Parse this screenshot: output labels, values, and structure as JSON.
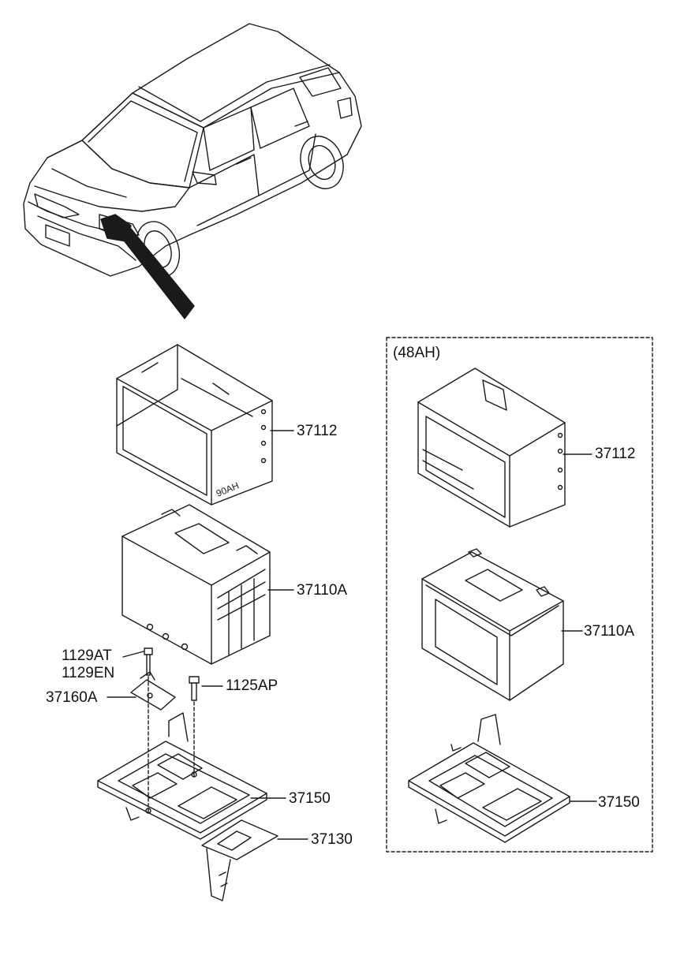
{
  "callouts": {
    "case_main": "37112",
    "battery_main": "37110A",
    "bolt_a": "1129AT",
    "bolt_b": "1129EN",
    "clamp": "37160A",
    "bolt_c": "1125AP",
    "tray_main": "37150",
    "bracket": "37130"
  },
  "alt_box": {
    "title": "(48AH)",
    "case": "37112",
    "battery": "37110A",
    "tray": "37150"
  },
  "case_marking": "90AH",
  "colors": {
    "line": "#1a1a1a",
    "background": "#ffffff"
  }
}
